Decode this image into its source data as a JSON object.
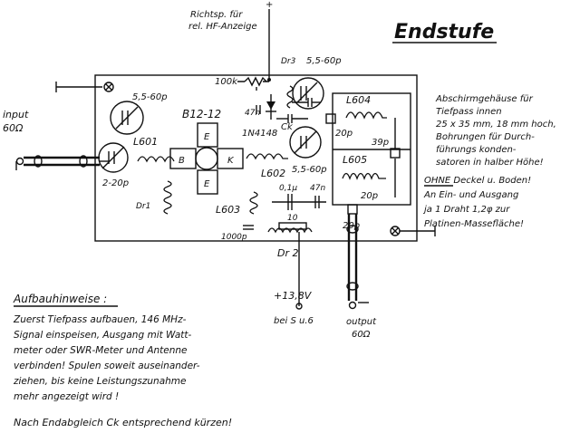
{
  "title": "Endstufe",
  "labels": {
    "richtsp_line1": "Richtsp. für",
    "richtsp_line2": "rel. HF-Anzeige",
    "plus": "+",
    "dr3": "Dr3",
    "trim_top_right": "5,5-60p",
    "pot": "100k",
    "trim_top_left": "5,5-60p",
    "transistor": "B12-12",
    "cap_47n_a": "47n",
    "diode": "1N4148",
    "ck": "Ck",
    "input_line1": "input",
    "input_line2": "60Ω",
    "l601": "L601",
    "trim_left": "2-20p",
    "base": "B",
    "emitter_top": "E",
    "collector": "K",
    "emitter_bottom": "E",
    "l602": "L602",
    "trim_right": "5,5-60p",
    "dr1": "Dr1",
    "l603": "L603",
    "c1000p": "1000p",
    "c01u": "0,1μ",
    "cap_47n_b": "47n",
    "r10": "10",
    "dr2": "Dr 2",
    "l604": "L604",
    "c20p_a": "20p",
    "c39p": "39p",
    "l605": "L605",
    "c20p_b": "20p",
    "c20p_c": "20p",
    "supply": "+13,8V",
    "bei": "bei S u.6",
    "output_line1": "output",
    "output_line2": "60Ω"
  },
  "note_right": [
    "Abschirmgehäuse für",
    "Tiefpass innen",
    "25 x 35 mm, 18 mm hoch,",
    "Bohrungen für Durch-",
    "führungs konden-",
    "satoren in halber Höhe!",
    "OHNE Deckel u. Boden!",
    "An Ein- und Ausgang",
    "ja 1 Draht 1,2φ zur",
    "Platinen-Massefläche!"
  ],
  "aufbau": {
    "heading": "Aufbauhinweise :",
    "lines": [
      "Zuerst Tiefpass aufbauen, 146 MHz-",
      "Signal einspeisen, Ausgang mit Watt-",
      "meter oder SWR-Meter und Antenne",
      "verbinden! Spulen soweit auseinander-",
      "ziehen, bis keine Leistungszunahme",
      "mehr angezeigt wird !"
    ],
    "final": "Nach Endabgleich Ck entsprechend kürzen!"
  }
}
